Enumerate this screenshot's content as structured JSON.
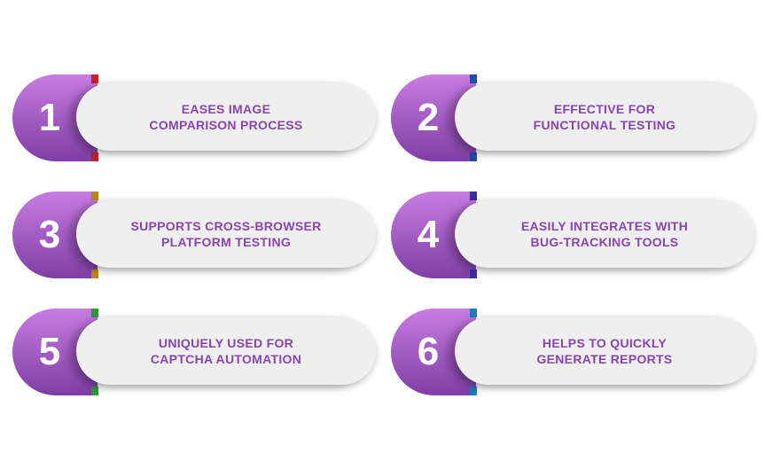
{
  "theme": {
    "label_color": "#8a44b0",
    "tab_gradient_top": "#c77ce2",
    "tab_gradient_bottom": "#7f3ea6",
    "pill_color": "#efefef"
  },
  "items": [
    {
      "number": "1",
      "line1": "EASES IMAGE",
      "line2": "COMPARISON PROCESS",
      "accent_color": "#c4212b"
    },
    {
      "number": "2",
      "line1": "EFFECTIVE FOR",
      "line2": "FUNCTIONAL TESTING",
      "accent_color": "#1f4fa6"
    },
    {
      "number": "3",
      "line1": "SUPPORTS CROSS-BROWSER",
      "line2": "PLATFORM TESTING",
      "accent_color": "#b88a12"
    },
    {
      "number": "4",
      "line1": "EASILY INTEGRATES WITH",
      "line2": "BUG-TRACKING TOOLS",
      "accent_color": "#3a2ea0"
    },
    {
      "number": "5",
      "line1": "UNIQUELY USED FOR",
      "line2": "CAPTCHA AUTOMATION",
      "accent_color": "#2e9a3a"
    },
    {
      "number": "6",
      "line1": "HELPS TO QUICKLY",
      "line2": "GENERATE REPORTS",
      "accent_color": "#1c7fb8"
    }
  ]
}
